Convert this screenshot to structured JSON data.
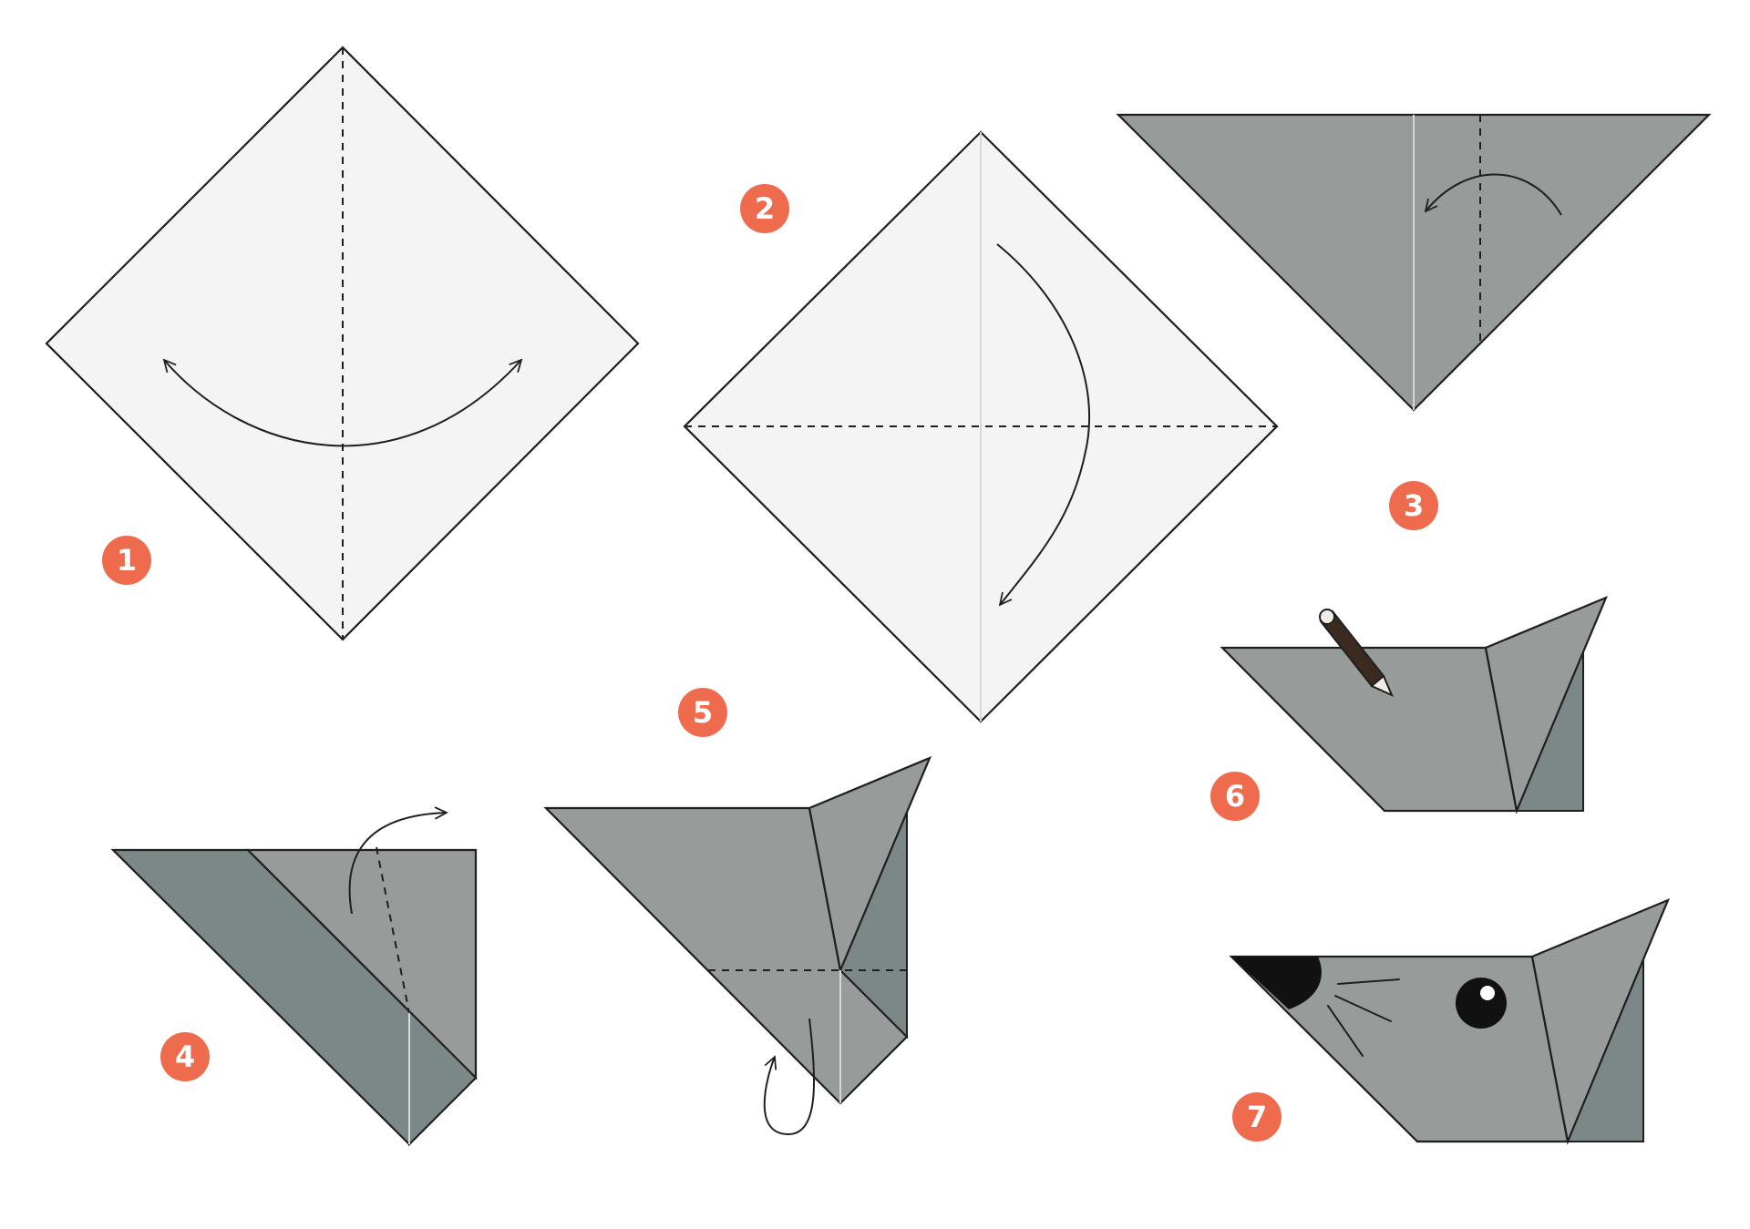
{
  "colors": {
    "paper_light": "#f3f4f3",
    "paper_gray": "#979c9b",
    "paper_dark": "#7c8888",
    "outline": "#1f1f1f",
    "badge": "#ef6b4e",
    "crease_light": "#d6d8d8",
    "pencil_body": "#3a2a20",
    "nose": "#111111"
  },
  "steps": [
    {
      "number": "1",
      "fold": "valley-fold-crease-vertical"
    },
    {
      "number": "2",
      "fold": "valley-fold-horizontal"
    },
    {
      "number": "3",
      "fold": "valley-fold-side"
    },
    {
      "number": "4",
      "fold": "fold-corner-back"
    },
    {
      "number": "5",
      "fold": "fold-tip-under"
    },
    {
      "number": "6",
      "fold": "draw-face"
    },
    {
      "number": "7",
      "fold": "finished-mouse"
    }
  ],
  "icons": [
    "curved-arrow-icon",
    "pencil-icon",
    "eye-icon",
    "nose-icon",
    "whiskers-icon"
  ]
}
